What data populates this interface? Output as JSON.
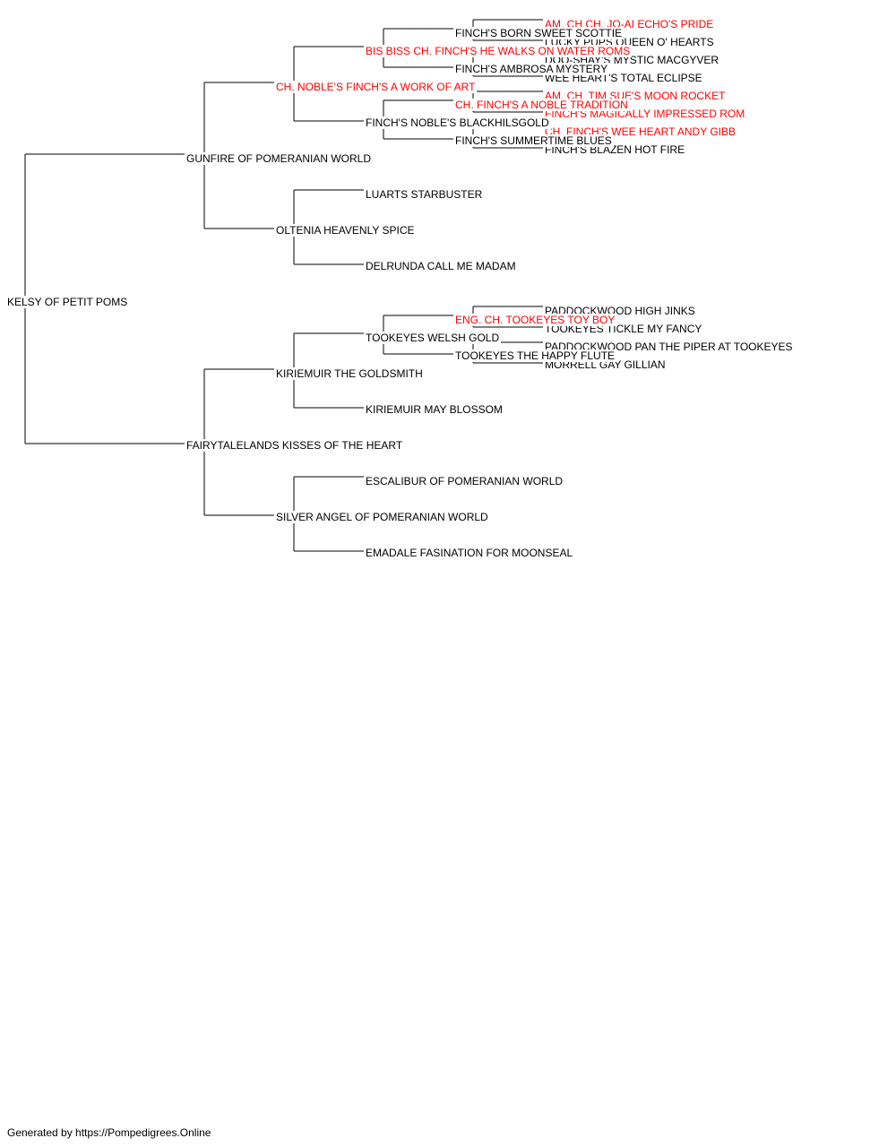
{
  "colors": {
    "line": "#000000",
    "normal": "#000000",
    "champion": "#ff0000"
  },
  "pedigree": {
    "name": "KELSY OF PETIT POMS",
    "champion": false,
    "sire": {
      "name": "GUNFIRE OF POMERANIAN WORLD",
      "champion": false,
      "sire": {
        "name": "CH. NOBLE'S FINCH'S A WORK OF ART",
        "champion": true,
        "sire": {
          "name": "BIS BISS CH. FINCH'S HE WALKS ON WATER ROMS",
          "champion": true,
          "sire": {
            "name": "FINCH'S BORN SWEET SCOTTIE",
            "champion": false,
            "sire": {
              "name": "AM. CH.CH. JO-AI ECHO'S PRIDE",
              "champion": true
            },
            "dam": {
              "name": "LUCKY PUPS QUEEN O' HEARTS",
              "champion": false
            }
          },
          "dam": {
            "name": "FINCH'S AMBROSA MYSTERY",
            "champion": false,
            "sire": {
              "name": "DOO-SHAY'S MYSTIC MACGYVER",
              "champion": false
            },
            "dam": {
              "name": "WEE HEART'S TOTAL ECLIPSE",
              "champion": false
            }
          }
        },
        "dam": {
          "name": "FINCH'S NOBLE'S BLACKHILSGOLD",
          "champion": false,
          "sire": {
            "name": "CH. FINCH'S A NOBLE TRADITION",
            "champion": true,
            "sire": {
              "name": "AM. CH. TIM SUE'S MOON ROCKET",
              "champion": true
            },
            "dam": {
              "name": "FINCH'S MAGICALLY IMPRESSED ROM",
              "champion": true
            }
          },
          "dam": {
            "name": "FINCH'S SUMMERTIME BLUES",
            "champion": false,
            "sire": {
              "name": "CH. FINCH'S WEE HEART ANDY GIBB",
              "champion": true
            },
            "dam": {
              "name": "FINCH'S BLAZEN HOT FIRE",
              "champion": false
            }
          }
        }
      },
      "dam": {
        "name": "OLTENIA HEAVENLY SPICE",
        "champion": false,
        "sire": {
          "name": "LUARTS STARBUSTER",
          "champion": false
        },
        "dam": {
          "name": "DELRUNDA CALL ME MADAM",
          "champion": false
        }
      }
    },
    "dam": {
      "name": "FAIRYTALELANDS KISSES OF THE HEART",
      "champion": false,
      "sire": {
        "name": "KIRIEMUIR THE GOLDSMITH",
        "champion": false,
        "sire": {
          "name": "TOOKEYES WELSH GOLD",
          "champion": false,
          "sire": {
            "name": "ENG. CH. TOOKEYES TOY BOY",
            "champion": true,
            "sire": {
              "name": "PADDOCKWOOD HIGH JINKS",
              "champion": false
            },
            "dam": {
              "name": "TOOKEYES TICKLE MY FANCY",
              "champion": false
            }
          },
          "dam": {
            "name": "TOOKEYES THE HAPPY FLUTE",
            "champion": false,
            "sire": {
              "name": "PADDOCKWOOD PAN THE PIPER AT TOOKEYES",
              "champion": false
            },
            "dam": {
              "name": "MORRELL GAY GILLIAN",
              "champion": false
            }
          }
        },
        "dam": {
          "name": "KIRIEMUIR MAY BLOSSOM",
          "champion": false
        }
      },
      "dam": {
        "name": "SILVER ANGEL OF POMERANIAN WORLD",
        "champion": false,
        "sire": {
          "name": "ESCALIBUR OF POMERANIAN WORLD",
          "champion": false
        },
        "dam": {
          "name": "EMADALE FASINATION FOR MOONSEAL",
          "champion": false
        }
      }
    }
  },
  "footer": {
    "text": "Generated by https://Pompedigrees.Online"
  }
}
